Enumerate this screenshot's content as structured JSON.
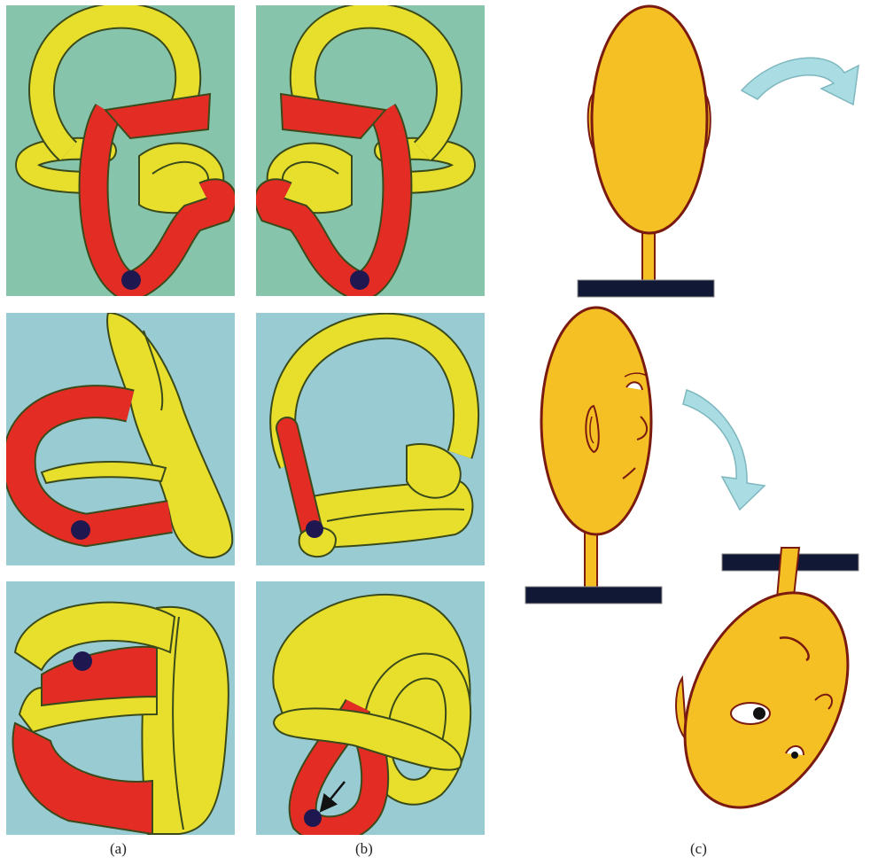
{
  "captions": {
    "a": "(a)",
    "b": "(b)",
    "c": "(c)"
  },
  "colors": {
    "canal_yellow": "#e8df2c",
    "utricle_red": "#e32c24",
    "otoconia_dot": "#1f1850",
    "outline": "#3a4a1a",
    "bg_green": "#86c4ab",
    "bg_blue": "#98cbd2",
    "head_fill": "#f5c024",
    "head_outline": "#7a1a10",
    "stand_bar": "#101835",
    "arrow_fill": "#a9dde3"
  },
  "icons": {
    "rotation_arrow": "curved-arrow-icon",
    "debris_arrow": "arrow-icon"
  }
}
